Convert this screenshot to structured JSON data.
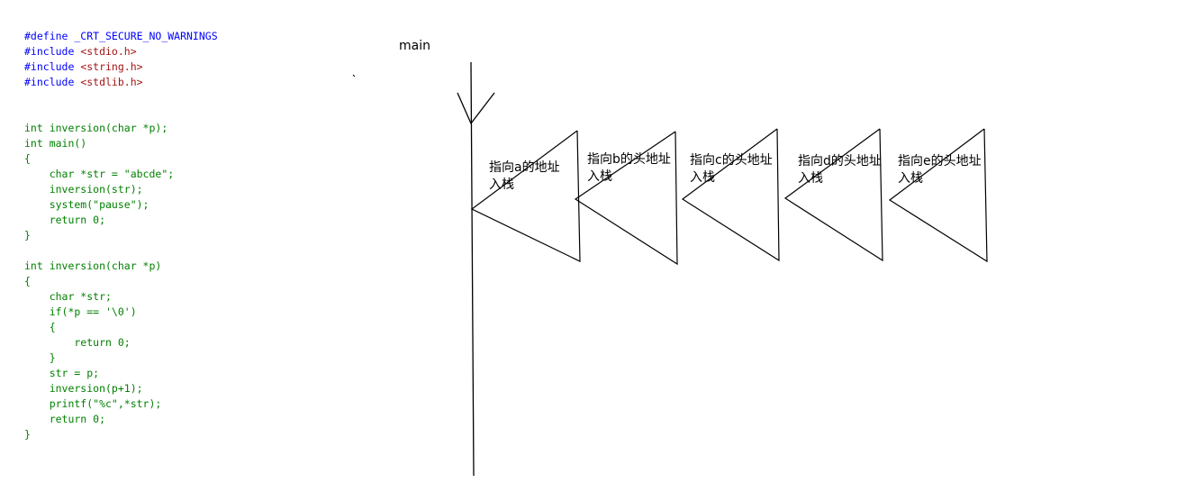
{
  "code": {
    "lines": [
      {
        "text": "#define _CRT_SECURE_NO_WARNINGS",
        "kind": "pp"
      },
      {
        "text": "#include <stdio.h>",
        "kind": "inc",
        "directive": "#include ",
        "header": "<stdio.h>"
      },
      {
        "text": "#include <string.h>",
        "kind": "inc",
        "directive": "#include ",
        "header": "<string.h>"
      },
      {
        "text": "#include <stdlib.h>",
        "kind": "inc",
        "directive": "#include ",
        "header": "<stdlib.h>"
      },
      {
        "text": "",
        "kind": "blank"
      },
      {
        "text": "",
        "kind": "blank"
      },
      {
        "text": "int inversion(char *p);",
        "kind": "code"
      },
      {
        "text": "int main()",
        "kind": "code"
      },
      {
        "text": "{",
        "kind": "code"
      },
      {
        "text": "    char *str = \"abcde\";",
        "kind": "code"
      },
      {
        "text": "    inversion(str);",
        "kind": "code"
      },
      {
        "text": "    system(\"pause\");",
        "kind": "code"
      },
      {
        "text": "    return 0;",
        "kind": "code"
      },
      {
        "text": "}",
        "kind": "code"
      },
      {
        "text": "",
        "kind": "blank"
      },
      {
        "text": "int inversion(char *p)",
        "kind": "code"
      },
      {
        "text": "{",
        "kind": "code"
      },
      {
        "text": "    char *str;",
        "kind": "code"
      },
      {
        "text": "    if(*p == '\\0')",
        "kind": "code"
      },
      {
        "text": "    {",
        "kind": "code"
      },
      {
        "text": "        return 0;",
        "kind": "code"
      },
      {
        "text": "    }",
        "kind": "code"
      },
      {
        "text": "    str = p;",
        "kind": "code"
      },
      {
        "text": "    inversion(p+1);",
        "kind": "code"
      },
      {
        "text": "    printf(\"%c\",*str);",
        "kind": "code"
      },
      {
        "text": "    return 0;",
        "kind": "code"
      },
      {
        "text": "}",
        "kind": "code"
      }
    ]
  },
  "diagram": {
    "main_label": "main",
    "frames": [
      {
        "line1": "指向a的地址",
        "line2": "入栈"
      },
      {
        "line1": "指向b的头地址",
        "line2": "入栈"
      },
      {
        "line1": "指向c的头地址",
        "line2": "入栈"
      },
      {
        "line1": "指向d的头地址",
        "line2": "入栈"
      },
      {
        "line1": "指向e的头地址",
        "line2": "入栈"
      }
    ]
  },
  "colors": {
    "preprocessor": "#0000ff",
    "include_header": "#a31515",
    "code_text": "#008000",
    "lines": "#000000",
    "background": "#ffffff"
  }
}
